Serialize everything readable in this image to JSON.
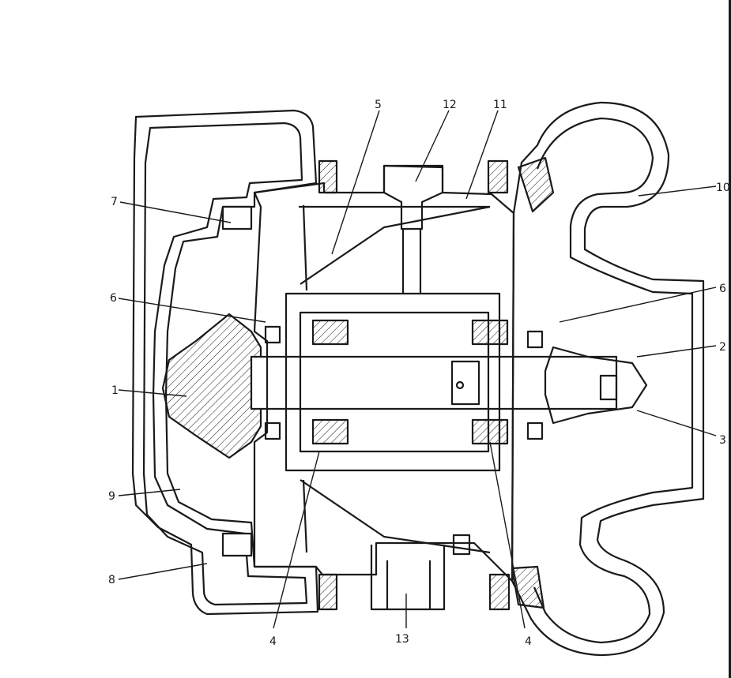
{
  "diagram": {
    "kind": "turbocharger-cross-section",
    "ink_color": "#1a1a1a",
    "background": "#ffffff",
    "callouts": {
      "c1": "1",
      "c2": "2",
      "c3": "3",
      "c4a": "4",
      "c4b": "4",
      "c5": "5",
      "c6a": "6",
      "c6b": "6",
      "c7": "7",
      "c8": "8",
      "c9": "9",
      "c10": "10",
      "c11": "11",
      "c12": "12",
      "c13": "13"
    }
  }
}
